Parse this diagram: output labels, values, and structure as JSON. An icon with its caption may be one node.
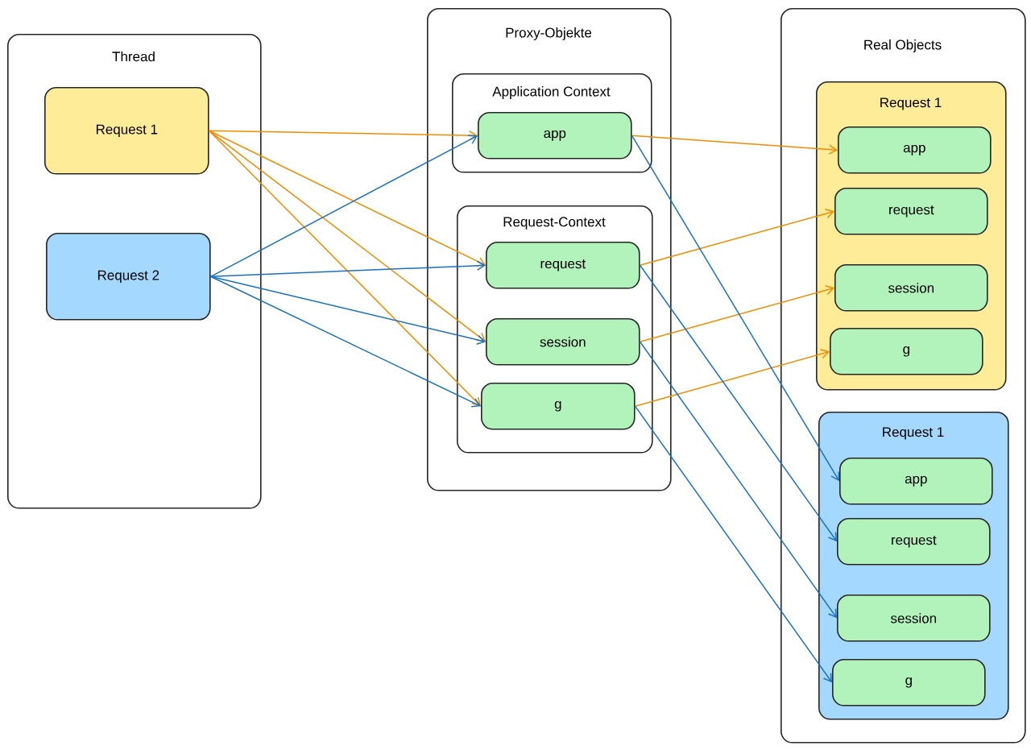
{
  "diagram": {
    "nodes": [
      {
        "text": [
          "Thread"
        ]
      },
      {
        "text": [
          "Request 1"
        ],
        "in": 0
      },
      {
        "text": [
          "Request 2"
        ],
        "in": 0
      },
      {
        "text": [
          "Proxy-Objekte"
        ]
      },
      {
        "text": [
          "Application Context"
        ],
        "in": 3
      },
      {
        "text": [
          "app"
        ],
        "in": 4
      },
      {
        "text": [
          "Request-Context"
        ],
        "in": 3
      },
      {
        "text": [
          "request"
        ],
        "in": 6
      },
      {
        "text": [
          "session"
        ],
        "in": 6
      },
      {
        "text": [
          "g"
        ],
        "in": 6
      },
      {
        "text": [
          "Real Objects"
        ]
      },
      {
        "text": [
          "Request 1"
        ],
        "in": 10
      },
      {
        "text": [
          "app"
        ],
        "in": 11
      },
      {
        "text": [
          "request"
        ],
        "in": 11
      },
      {
        "text": [
          "session"
        ],
        "in": 11
      },
      {
        "text": [
          "g"
        ],
        "in": 11
      },
      {
        "text": [
          "Request 1"
        ],
        "in": 10
      },
      {
        "text": [
          "app"
        ],
        "in": 16
      },
      {
        "text": [
          "request"
        ],
        "in": 16
      },
      {
        "text": [
          "session"
        ],
        "in": 16
      },
      {
        "text": [
          "g"
        ],
        "in": 16
      }
    ],
    "edges": [
      {
        "from": 1,
        "to": 5,
        "arrow": "to",
        "color": "#f08c00"
      },
      {
        "from": 1,
        "to": 7,
        "arrow": "to",
        "color": "#f08c00"
      },
      {
        "from": 1,
        "to": 8,
        "arrow": "to",
        "color": "#f08c00"
      },
      {
        "from": 1,
        "to": 9,
        "arrow": "to",
        "color": "#f08c00"
      },
      {
        "from": 2,
        "to": 5,
        "arrow": "to",
        "color": "#1971c2"
      },
      {
        "from": 2,
        "to": 7,
        "arrow": "to",
        "color": "#1971c2"
      },
      {
        "from": 2,
        "to": 8,
        "arrow": "to",
        "color": "#1971c2"
      },
      {
        "from": 2,
        "to": 9,
        "arrow": "to",
        "color": "#1971c2"
      },
      {
        "from": 5,
        "to": 12,
        "arrow": "to",
        "color": "#f08c00"
      },
      {
        "from": 7,
        "to": 13,
        "arrow": "to",
        "color": "#f08c00"
      },
      {
        "from": 8,
        "to": 14,
        "arrow": "to",
        "color": "#f08c00"
      },
      {
        "from": 9,
        "to": 15,
        "arrow": "to",
        "color": "#f08c00"
      },
      {
        "from": 5,
        "to": 17,
        "arrow": "to",
        "color": "#1971c2"
      },
      {
        "from": 7,
        "to": 18,
        "arrow": "to",
        "color": "#1971c2"
      },
      {
        "from": 8,
        "to": 19,
        "arrow": "to",
        "color": "#1971c2"
      },
      {
        "from": 9,
        "to": 20,
        "arrow": "to",
        "color": "#1971c2"
      }
    ]
  }
}
